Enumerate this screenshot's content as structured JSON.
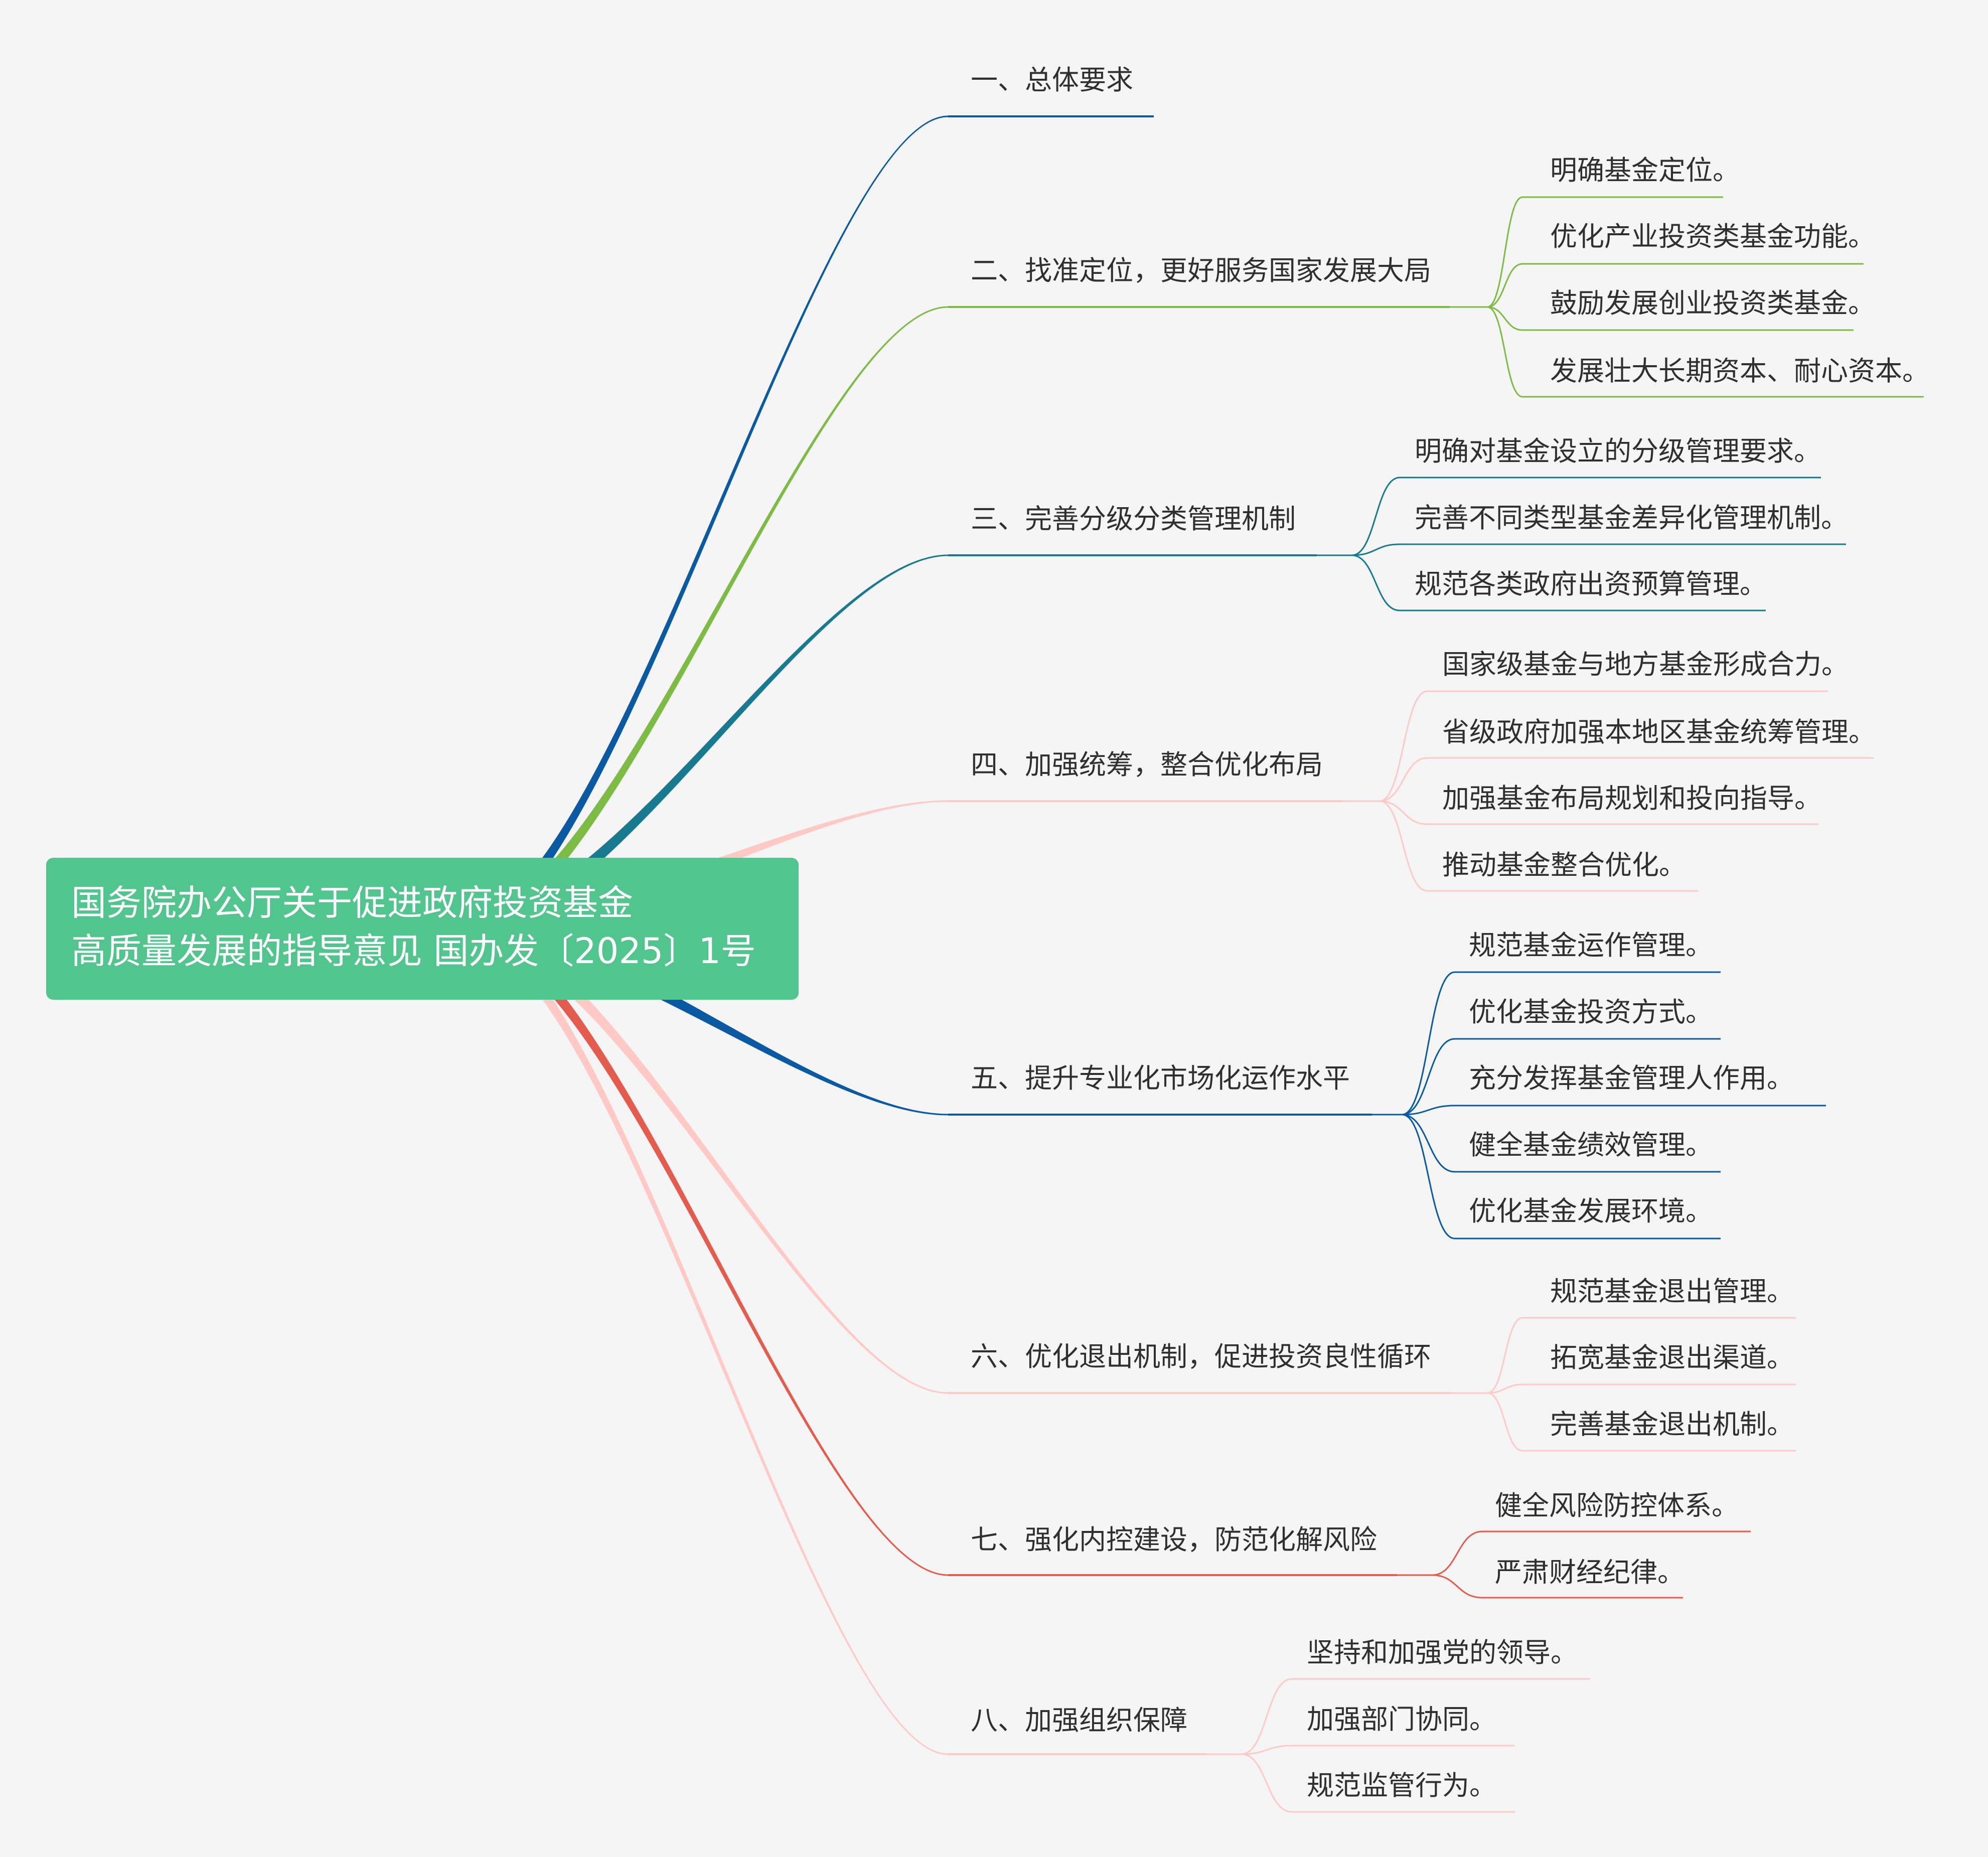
{
  "root": {
    "line1": "国务院办公厅关于促进政府投资基金",
    "line2": "高质量发展的指导意见  国办发〔2025〕1号",
    "color": "#52c48e"
  },
  "branches": [
    {
      "title": "一、总体要求",
      "color": "#0a5aa3",
      "items": []
    },
    {
      "title": "二、找准定位，更好服务国家发展大局",
      "color": "#7cbb44",
      "items": [
        "明确基金定位。",
        "优化产业投资类基金功能。",
        "鼓励发展创业投资类基金。",
        "发展壮大长期资本、耐心资本。"
      ]
    },
    {
      "title": "三、完善分级分类管理机制",
      "color": "#177a8f",
      "items": [
        "明确对基金设立的分级管理要求。",
        "完善不同类型基金差异化管理机制。",
        "规范各类政府出资预算管理。"
      ]
    },
    {
      "title": "四、加强统筹，整合优化布局",
      "color": "#ffc9c6",
      "items": [
        "国家级基金与地方基金形成合力。",
        "省级政府加强本地区基金统筹管理。",
        "加强基金布局规划和投向指导。",
        "推动基金整合优化。"
      ]
    },
    {
      "title": "五、提升专业化市场化运作水平",
      "color": "#0a5aa3",
      "items": [
        "规范基金运作管理。",
        "优化基金投资方式。",
        "充分发挥基金管理人作用。",
        "健全基金绩效管理。",
        "优化基金发展环境。"
      ]
    },
    {
      "title": "六、优化退出机制，促进投资良性循环",
      "color": "#ffc9c6",
      "items": [
        "规范基金退出管理。",
        "拓宽基金退出渠道。",
        "完善基金退出机制。"
      ]
    },
    {
      "title": "七、强化内控建设，防范化解风险",
      "color": "#e45c4e",
      "items": [
        "健全风险防控体系。",
        "严肃财经纪律。"
      ]
    },
    {
      "title": "八、加强组织保障",
      "color": "#ffc9c6",
      "items": [
        "坚持和加强党的领导。",
        "加强部门协同。",
        "规范监管行为。"
      ]
    }
  ]
}
